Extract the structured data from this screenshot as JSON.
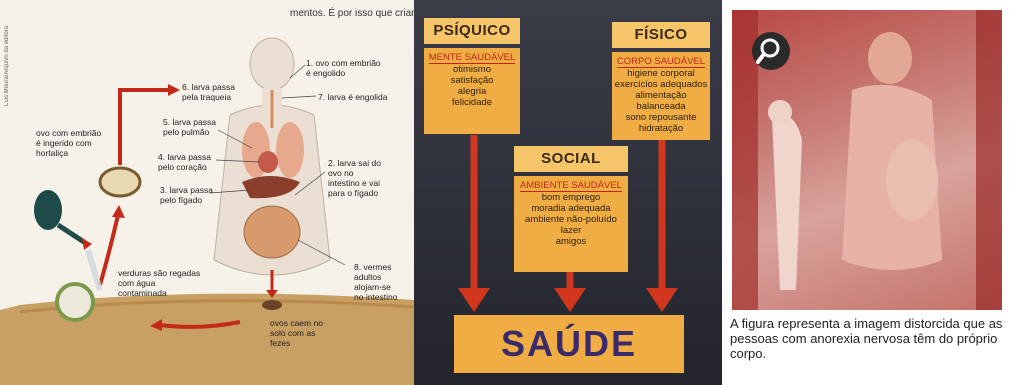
{
  "panel1": {
    "credit": "Luis Moura/Arquivo da editora",
    "top_text": "mentos. É por isso que crianç",
    "labels": {
      "step1": "1. ovo com embrião\né engolido",
      "step2": "2. larva sai do\novo no\nintestino e vai\npara o fígado",
      "step3": "3. larva passa\npelo fígado",
      "step4": "4. larva passa\npelo coração",
      "step5": "5. larva passa\npelo pulmão",
      "step6": "6. larva passa\npela traqueia",
      "step7": "7. larva é engolida",
      "step8": "8. vermes\nadultos\nalojam-se\nno intestino",
      "egg": "ovo com embrião\né ingerido com\nhortaliça",
      "water": "verduras são regadas\ncom água\ncontaminada",
      "soil": "ovos caem no\nsolo com as\nfezes"
    }
  },
  "panel2": {
    "psiquico": {
      "title": "PSÍQUICO",
      "subtitle": "MENTE SAUDÁVEL",
      "items": [
        "otimismo",
        "satisfação",
        "alegria",
        "felicidade"
      ]
    },
    "fisico": {
      "title": "FÍSICO",
      "subtitle": "CORPO SAUDÁVEL",
      "items": [
        "higiene corporal",
        "exercícios adequados",
        "alimentação balanceada",
        "sono repousante",
        "hidratação"
      ]
    },
    "social": {
      "title": "SOCIAL",
      "subtitle": "AMBIENTE SAUDÁVEL",
      "items": [
        "bom emprego",
        "moradia adequada",
        "ambiente não-poluído",
        "lazer",
        "amigos"
      ]
    },
    "result": "SAÚDE"
  },
  "panel3": {
    "caption": "A figura representa a imagem distorcida que as pessoas com anorexia nervosa têm do próprio corpo.",
    "icon": "magnifier-icon"
  },
  "colors": {
    "box": "#f0ad44",
    "header": "#f6c56a",
    "arrow": "#d2361c",
    "title": "#3b2a6a",
    "red": "#c0241c"
  }
}
